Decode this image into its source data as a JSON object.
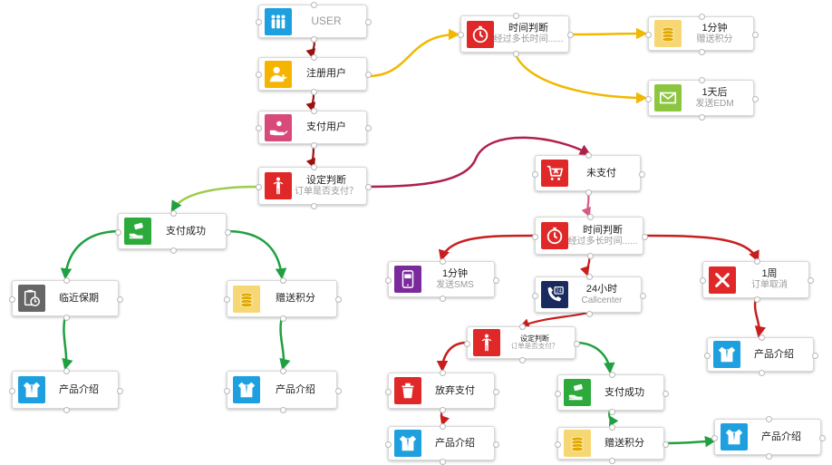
{
  "colors": {
    "blue": "#1ea0e0",
    "yellow": "#f5b400",
    "pink": "#d84a7a",
    "red": "#e02828",
    "green": "#2eaa3c",
    "gray": "#666666",
    "navy": "#1b2a5e",
    "purple": "#7a2a9c",
    "cream": "#f7d774",
    "lightgreen": "#8cc63f",
    "edge_red": "#c81e1e",
    "edge_darkred": "#9c1010",
    "edge_yellow": "#f2b800",
    "edge_green": "#20a040",
    "edge_lightgreen": "#9ccc4c",
    "edge_maroon": "#b0204a",
    "edge_pink": "#d65a8a"
  },
  "nodes": {
    "user": {
      "label": "USER",
      "icon": "people-icon"
    },
    "register": {
      "label": "注册用户",
      "icon": "add-user-icon"
    },
    "pay_user": {
      "label": "支付用户",
      "icon": "hand-pay-icon"
    },
    "judge1": {
      "label": "设定判断",
      "sub": "订单是否支付？",
      "icon": "person-icon"
    },
    "time1": {
      "label": "时间判断",
      "sub": "经过多长时间......",
      "icon": "clock-icon"
    },
    "one_min": {
      "label": "1分钟",
      "sub": "赠送积分",
      "icon": "coins-icon"
    },
    "one_day": {
      "label": "1天后",
      "sub": "发送EDM",
      "icon": "mail-icon"
    },
    "pay_ok1": {
      "label": "支付成功",
      "icon": "money-hand-icon"
    },
    "expire": {
      "label": "临近保期",
      "icon": "clipboard-clock-icon"
    },
    "points1": {
      "label": "赠送积分",
      "icon": "coins-icon"
    },
    "prod1": {
      "label": "产品介绍",
      "icon": "shirt-icon"
    },
    "prod2": {
      "label": "产品介绍",
      "icon": "shirt-icon"
    },
    "unpaid": {
      "label": "未支付",
      "icon": "cart-x-icon"
    },
    "time2": {
      "label": "时间判断",
      "sub": "经过多长时间......",
      "icon": "clock-icon"
    },
    "sms": {
      "label": "1分钟",
      "sub": "发送SMS",
      "icon": "sms-icon"
    },
    "call": {
      "label": "24小时",
      "sub": "Callcenter",
      "icon": "phone-24-icon"
    },
    "week": {
      "label": "1周",
      "sub": "订单取消",
      "icon": "x-icon"
    },
    "prod_week": {
      "label": "产品介绍",
      "icon": "shirt-icon"
    },
    "judge2": {
      "label": "设定判断",
      "sub": "订单是否支付？",
      "icon": "person-icon"
    },
    "abandon": {
      "label": "放弃支付",
      "icon": "trash-icon"
    },
    "pay_ok2": {
      "label": "支付成功",
      "icon": "money-hand-icon"
    },
    "prod3": {
      "label": "产品介绍",
      "icon": "shirt-icon"
    },
    "points2": {
      "label": "赠送积分",
      "icon": "coins-icon"
    },
    "prod4": {
      "label": "产品介绍",
      "icon": "shirt-icon"
    }
  }
}
